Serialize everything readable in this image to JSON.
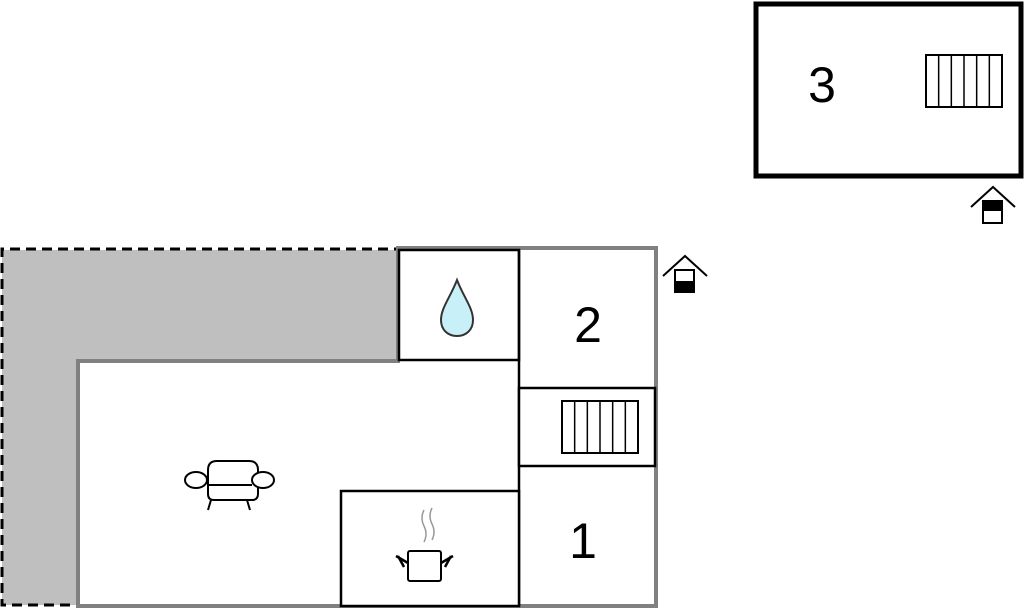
{
  "floorplan": {
    "rooms": [
      {
        "id": "room-1",
        "label": "1"
      },
      {
        "id": "room-2",
        "label": "2"
      },
      {
        "id": "room-3",
        "label": "3"
      }
    ],
    "icons": [
      "water-drop-icon",
      "sofa-icon",
      "cooking-pot-icon",
      "stairs-icon",
      "entrance-icon"
    ],
    "colors": {
      "terrace": "#bfbfbf",
      "outer_wall": "#808080",
      "inner_wall": "#000000",
      "water": "#c8f0f8"
    }
  }
}
